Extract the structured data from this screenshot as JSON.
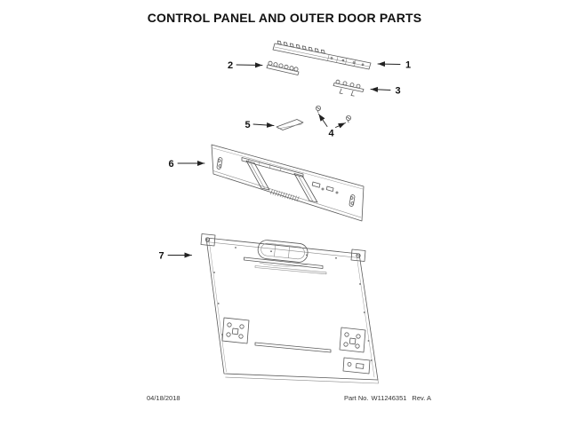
{
  "page": {
    "title": "CONTROL PANEL AND OUTER DOOR PARTS"
  },
  "diagram": {
    "ink_color": "#555555",
    "callout_color": "#111111",
    "callouts": [
      {
        "number": "1"
      },
      {
        "number": "2"
      },
      {
        "number": "3"
      },
      {
        "number": "4"
      },
      {
        "number": "5"
      },
      {
        "number": "6"
      },
      {
        "number": "7"
      }
    ]
  },
  "footer": {
    "date": "04/18/2018",
    "part_label": "Part No.",
    "part_number": "W11246351",
    "revision": "Rev. A"
  }
}
